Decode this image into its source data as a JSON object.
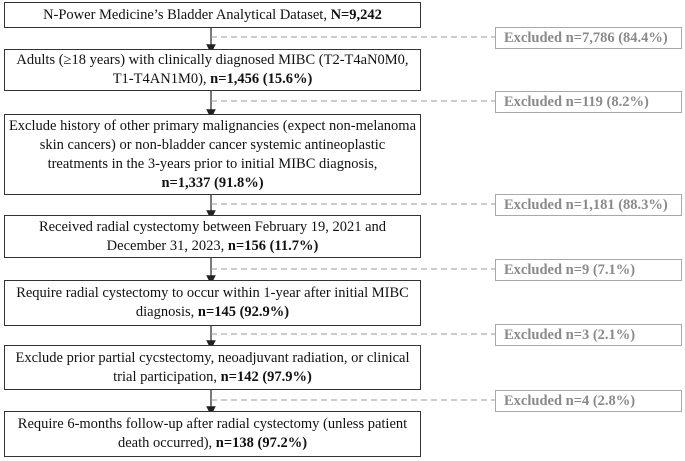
{
  "steps": [
    {
      "text": "N-Power Medicine’s Bladder Analytical Dataset, ",
      "bold": "N=9,242"
    },
    {
      "lines": [
        "Adults (≥18 years) with clinically diagnosed MIBC (T2-T4aN0M0,",
        "T1-T4AN1M0), "
      ],
      "bold": "n=1,456 (15.6%)"
    },
    {
      "lines": [
        "Exclude history of other primary malignancies (expect non-melanoma",
        "skin cancers) or non-bladder cancer systemic antineoplastic",
        "treatments in the 3-years prior to initial MIBC diagnosis,"
      ],
      "bold": "n=1,337 (91.8%)"
    },
    {
      "lines": [
        "Received radial cystectomy between February 19, 2021 and",
        "December 31, 2023, "
      ],
      "bold": "n=156 (11.7%)"
    },
    {
      "lines": [
        "Require radial cystectomy to occur within 1-year after initial MIBC",
        "diagnosis, "
      ],
      "bold": "n=145 (92.9%)"
    },
    {
      "lines": [
        "Exclude prior partial cycstectomy, neoadjuvant radiation, or clinical",
        "trial participation, "
      ],
      "bold": "n=142 (97.9%)"
    },
    {
      "lines": [
        "Require 6-months follow-up after radial cystectomy (unless patient",
        "death occurred), "
      ],
      "bold": "n=138 (97.2%)"
    }
  ],
  "exclusions": [
    "Excluded n=7,786 (84.4%)",
    "Excluded n=119 (8.2%)",
    "Excluded n=1,181 (88.3%)",
    "Excluded n=9 (7.1%)",
    "Excluded n=3 (2.1%)",
    "Excluded n=4 (2.8%)"
  ]
}
